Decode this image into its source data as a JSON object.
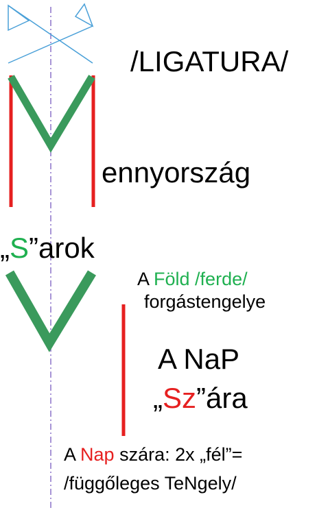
{
  "ligatura": "/LIGATURA/",
  "mennyorszag": "ennyország",
  "sarok": {
    "q1": "„",
    "s": "S",
    "rest": "”arok"
  },
  "fold": {
    "pre": "A ",
    "fold": "Föld /ferde/",
    "line2": "forgástengelye"
  },
  "nap_label": {
    "line1": "A NaP",
    "q1": "„",
    "sz": "Sz",
    "rest": "”ára"
  },
  "nap_szara": {
    "pre": "A ",
    "nap": "Nap",
    "post": " szára: 2x „fél”=",
    "line2": "/függőleges TeNgely/"
  },
  "colors": {
    "green": "#1fb050",
    "red": "#e62020",
    "arrow_blue": "#4aa0d8",
    "axis_purple": "#8a70c8"
  }
}
